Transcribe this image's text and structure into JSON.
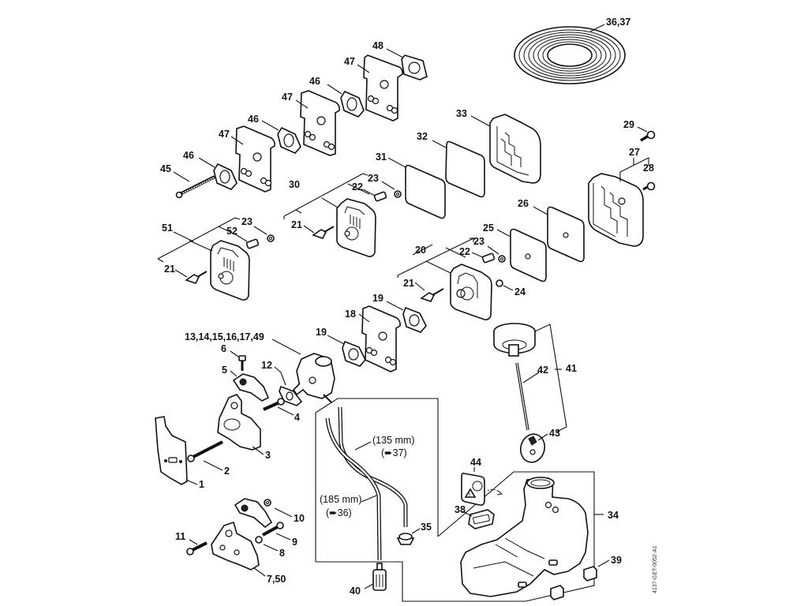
{
  "diagram": {
    "type": "exploded-parts-diagram",
    "drawing_code": "4137-GET-0052-A1",
    "callouts": {
      "p1": "1",
      "p2": "2",
      "p3": "3",
      "p4": "4",
      "p5": "5",
      "p6": "6",
      "p7_50": "7,50",
      "p8": "8",
      "p9": "9",
      "p10": "10",
      "p11": "11",
      "p12": "12",
      "p13_49": "13,14,15,16,17,49",
      "p18": "18",
      "p19a": "19",
      "p19b": "19",
      "p20": "20",
      "p21a": "21",
      "p21b": "21",
      "p21c": "21",
      "p22a": "22",
      "p22b": "22",
      "p23a": "23",
      "p23b": "23",
      "p23c": "23",
      "p24": "24",
      "p25": "25",
      "p26": "26",
      "p27": "27",
      "p28": "28",
      "p29": "29",
      "p30": "30",
      "p31": "31",
      "p32": "32",
      "p33": "33",
      "p34": "34",
      "p35": "35",
      "p36_37": "36,37",
      "p38": "38",
      "p39": "39",
      "p40": "40",
      "p41": "41",
      "p42": "42",
      "p43": "43",
      "p44": "44",
      "p45": "45",
      "p46a": "46",
      "p46b": "46",
      "p46c": "46",
      "p47a": "47",
      "p47b": "47",
      "p47c": "47",
      "p48": "48",
      "p51": "51",
      "p52": "52"
    },
    "hose_notes": {
      "short_length": "(135 mm)",
      "short_ref": "(➨37)",
      "long_length": "(185 mm)",
      "long_ref": "(➨36)"
    }
  }
}
